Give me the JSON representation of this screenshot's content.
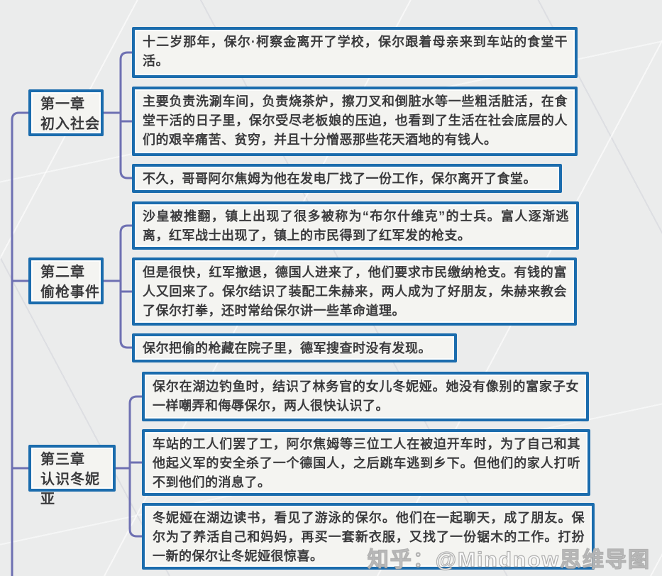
{
  "app": {
    "watermark": "知乎：@Mindnow思维导图"
  },
  "colors": {
    "node_border": "#1b6cad",
    "node_fill": "#f4f4f1",
    "connector": "#6e70b2",
    "background": "#ebecec",
    "text": "#3b3b3d"
  },
  "mindmap": {
    "chapters": [
      {
        "title_line1": "第一章",
        "title_line2": "初入社会",
        "notes": [
          "十二岁那年，保尔·柯察金离开了学校，保尔跟着母亲来到车站的食堂干活。",
          "主要负责洗涮车间，负责烧茶炉，擦刀叉和倒脏水等一些粗活脏活，在食堂干活的日子里，保尔受尽老板娘的压迫，也看到了生活在社会底层的人们的艰辛痛苦、贫穷，并且十分憎恶那些花天酒地的有钱人。",
          "不久，哥哥阿尔焦姆为他在发电厂找了一份工作，保尔离开了食堂。"
        ]
      },
      {
        "title_line1": "第二章",
        "title_line2": "偷枪事件",
        "notes": [
          "沙皇被推翻，镇上出现了很多被称为“布尔什维克”的士兵。富人逐渐逃离，红军战士出现了，镇上的市民得到了红军发的枪支。",
          "但是很快，红军撤退，德国人进来了，他们要求市民缴纳枪支。有钱的富人又回来了。保尔结识了装配工朱赫来，两人成为了好朋友，朱赫来教会了保尔打拳，还时常给保尔讲一些革命道理。",
          "保尔把偷的枪藏在院子里，德军搜查时没有发现。"
        ]
      },
      {
        "title_line1": "第三章",
        "title_line2": "认识冬妮亚",
        "notes": [
          "保尔在湖边钓鱼时，结识了林务官的女儿冬妮娅。她没有像别的富家子女一样嘲弄和侮辱保尔，两人很快认识了。",
          "车站的工人们罢了工，阿尔焦姆等三位工人在被迫开车时，为了自己和其他起义军的安全杀了一个德国人，之后跳车逃到乡下。但他们的家人打听不到他们的消息了。",
          "冬妮娅在湖边读书，看见了游泳的保尔。他们在一起聊天，成了朋友。保尔为了养活自己和妈妈，再买一套新衣服，又找了一份锯木的工作。打扮一新的保尔让冬妮娅很惊喜。"
        ]
      }
    ]
  }
}
